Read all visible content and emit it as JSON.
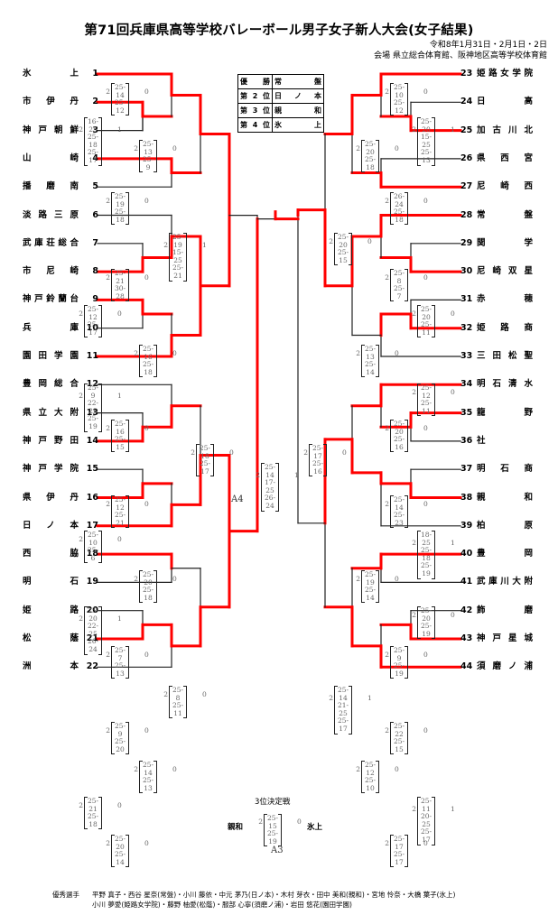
{
  "header": {
    "title": "第71回兵庫県高等学校バレーボール男子女子新人大会(女子結果)",
    "date": "令和8年1月31日・2月1日・2日",
    "venue": "会場  県立総合体育館、阪神地区高等学校体育館"
  },
  "standings": [
    {
      "rank": "優　勝",
      "team": "常盤"
    },
    {
      "rank": "第2位",
      "team": "日ノ本"
    },
    {
      "rank": "第3位",
      "team": "親和"
    },
    {
      "rank": "第4位",
      "team": "氷上"
    }
  ],
  "left_teams": [
    {
      "no": "1",
      "name": "氷上"
    },
    {
      "no": "2",
      "name": "市伊丹"
    },
    {
      "no": "3",
      "name": "神戸朝鮮"
    },
    {
      "no": "4",
      "name": "山崎"
    },
    {
      "no": "5",
      "name": "播磨南"
    },
    {
      "no": "6",
      "name": "淡路三原"
    },
    {
      "no": "7",
      "name": "武庫荘総合"
    },
    {
      "no": "8",
      "name": "市尼崎"
    },
    {
      "no": "9",
      "name": "神戸鈴蘭台"
    },
    {
      "no": "10",
      "name": "兵庫"
    },
    {
      "no": "11",
      "name": "園田学園"
    },
    {
      "no": "12",
      "name": "豊岡総合"
    },
    {
      "no": "13",
      "name": "県立大附"
    },
    {
      "no": "14",
      "name": "神戸野田"
    },
    {
      "no": "15",
      "name": "神戸学院"
    },
    {
      "no": "16",
      "name": "県伊丹"
    },
    {
      "no": "17",
      "name": "日ノ本"
    },
    {
      "no": "18",
      "name": "西脇"
    },
    {
      "no": "19",
      "name": "明石"
    },
    {
      "no": "20",
      "name": "姫路"
    },
    {
      "no": "21",
      "name": "松蔭"
    },
    {
      "no": "22",
      "name": "洲本"
    }
  ],
  "right_teams": [
    {
      "no": "23",
      "name": "姫路女学院"
    },
    {
      "no": "24",
      "name": "日高"
    },
    {
      "no": "25",
      "name": "加古川北"
    },
    {
      "no": "26",
      "name": "県西宮"
    },
    {
      "no": "27",
      "name": "尼崎西"
    },
    {
      "no": "28",
      "name": "常盤"
    },
    {
      "no": "29",
      "name": "関学"
    },
    {
      "no": "30",
      "name": "尼崎双星"
    },
    {
      "no": "31",
      "name": "赤穂"
    },
    {
      "no": "32",
      "name": "姫路商"
    },
    {
      "no": "33",
      "name": "三田松聖"
    },
    {
      "no": "34",
      "name": "明石清水"
    },
    {
      "no": "35",
      "name": "龍野"
    },
    {
      "no": "36",
      "name": "社"
    },
    {
      "no": "37",
      "name": "明石商"
    },
    {
      "no": "38",
      "name": "親和"
    },
    {
      "no": "39",
      "name": "柏原"
    },
    {
      "no": "40",
      "name": "豊岡"
    },
    {
      "no": "41",
      "name": "武庫川大附"
    },
    {
      "no": "42",
      "name": "飾磨"
    },
    {
      "no": "43",
      "name": "神戸星城"
    },
    {
      "no": "44",
      "name": "須磨ノ浦"
    }
  ],
  "matches": [
    {
      "id": "L-2v3",
      "sets_won": "2",
      "sets": [
        "16-25",
        "25-18",
        "25-17"
      ],
      "sets_lost": "1"
    },
    {
      "id": "L-1v23",
      "sets_won": "2",
      "sets": [
        "25-14",
        "25-12"
      ],
      "sets_lost": "0"
    },
    {
      "id": "L-4v5",
      "sets_won": "2",
      "sets": [
        "25-19",
        "25-18"
      ],
      "sets_lost": "0"
    },
    {
      "id": "L-Q1",
      "sets_won": "2",
      "sets": [
        "25-13",
        "25- 9"
      ],
      "sets_lost": "0"
    },
    {
      "id": "L-S1",
      "sets_won": "2",
      "sets": [
        "25-19",
        "15-25",
        "25-21"
      ],
      "sets_lost": "1"
    },
    {
      "id": "L-6v78",
      "sets_won": "2",
      "sets": [
        "25-21",
        "30-28"
      ],
      "sets_lost": "0"
    },
    {
      "id": "L-7v8",
      "sets_won": "2",
      "sets": [
        "25-12",
        "25-17"
      ],
      "sets_lost": "0"
    },
    {
      "id": "L-Q2",
      "sets_won": "2",
      "sets": [
        "25-16",
        "25-18"
      ],
      "sets_lost": "0"
    },
    {
      "id": "L-9v10",
      "sets_won": "2",
      "sets": [
        "25- 9",
        "22-25",
        "25-19"
      ],
      "sets_lost": "1"
    },
    {
      "id": "L-910v11",
      "sets_won": "2",
      "sets": [
        "25-16",
        "25-15"
      ],
      "sets_lost": "0"
    },
    {
      "id": "L-F1",
      "sets_won": "2",
      "sets": [
        "25-18",
        "25-17"
      ],
      "sets_lost": "0"
    },
    {
      "id": "L-12v1314",
      "sets_won": "2",
      "sets": [
        "25-12",
        "25-21"
      ],
      "sets_lost": "0"
    },
    {
      "id": "L-13v14",
      "sets_won": "2",
      "sets": [
        "25-10",
        "25- 6"
      ],
      "sets_lost": "0"
    },
    {
      "id": "L-Q3",
      "sets_won": "2",
      "sets": [
        "25-20",
        "25-18"
      ],
      "sets_lost": "0"
    },
    {
      "id": "L-15v16",
      "sets_won": "2",
      "sets": [
        "25-20",
        "22-25",
        "26-24"
      ],
      "sets_lost": "1"
    },
    {
      "id": "L-1516v17",
      "sets_won": "2",
      "sets": [
        "25- 7",
        "25-13"
      ],
      "sets_lost": "0"
    },
    {
      "id": "L-S2",
      "sets_won": "2",
      "sets": [
        "25- 8",
        "25-11"
      ],
      "sets_lost": "0"
    },
    {
      "id": "L-18v19",
      "sets_won": "2",
      "sets": [
        "25- 9",
        "25-20"
      ],
      "sets_lost": "0"
    },
    {
      "id": "L-Q4",
      "sets_won": "2",
      "sets": [
        "25-14",
        "25-13"
      ],
      "sets_lost": "0"
    },
    {
      "id": "L-20v21",
      "sets_won": "2",
      "sets": [
        "25-21",
        "25-18"
      ],
      "sets_lost": "0"
    },
    {
      "id": "L-2021v22",
      "sets_won": "2",
      "sets": [
        "25-20",
        "25-14"
      ],
      "sets_lost": "0"
    },
    {
      "id": "R-23v2425",
      "sets_won": "2",
      "sets": [
        "25-10",
        "25-12"
      ],
      "sets_lost": "0"
    },
    {
      "id": "R-24v25",
      "sets_won": "2",
      "sets": [
        "25-20",
        "15-25",
        "25-13"
      ],
      "sets_lost": "1"
    },
    {
      "id": "R-Q1",
      "sets_won": "2",
      "sets": [
        "25-20",
        "25-18"
      ],
      "sets_lost": "0"
    },
    {
      "id": "R-26v27",
      "sets_won": "2",
      "sets": [
        "26-24",
        "25-18"
      ],
      "sets_lost": "0"
    },
    {
      "id": "R-S1",
      "sets_won": "2",
      "sets": [
        "25-20",
        "25-15"
      ],
      "sets_lost": "0"
    },
    {
      "id": "R-28v2930",
      "sets_won": "2",
      "sets": [
        "25- 8",
        "25- 7"
      ],
      "sets_lost": "0"
    },
    {
      "id": "R-29v30",
      "sets_won": "2",
      "sets": [
        "25-20",
        "25-11"
      ],
      "sets_lost": "0"
    },
    {
      "id": "R-Q2",
      "sets_won": "2",
      "sets": [
        "25-13",
        "25-14"
      ],
      "sets_lost": "0"
    },
    {
      "id": "R-31v32",
      "sets_won": "2",
      "sets": [
        "25-12",
        "25-11"
      ],
      "sets_lost": "0"
    },
    {
      "id": "R-3132v33",
      "sets_won": "2",
      "sets": [
        "25-20",
        "25-16"
      ],
      "sets_lost": "0"
    },
    {
      "id": "R-F1",
      "sets_won": "2",
      "sets": [
        "25-17",
        "25-16"
      ],
      "sets_lost": "0"
    },
    {
      "id": "R-34v3536",
      "sets_won": "2",
      "sets": [
        "25-14",
        "25-23"
      ],
      "sets_lost": "0"
    },
    {
      "id": "R-35v36",
      "sets_won": "2",
      "sets": [
        "18-25",
        "25-18",
        "25-19"
      ],
      "sets_lost": "1"
    },
    {
      "id": "R-Q3",
      "sets_won": "2",
      "sets": [
        "25-19",
        "25-14"
      ],
      "sets_lost": "0"
    },
    {
      "id": "R-37v38",
      "sets_won": "2",
      "sets": [
        "25-20",
        "25-19"
      ],
      "sets_lost": "0"
    },
    {
      "id": "R-3738v39",
      "sets_won": "2",
      "sets": [
        "25- 9",
        "25-19"
      ],
      "sets_lost": "0"
    },
    {
      "id": "R-S2",
      "sets_won": "2",
      "sets": [
        "25-14",
        "21-25",
        "25-17"
      ],
      "sets_lost": "1"
    },
    {
      "id": "R-40v41",
      "sets_won": "2",
      "sets": [
        "25-22",
        "25-15"
      ],
      "sets_lost": "0"
    },
    {
      "id": "R-Q4",
      "sets_won": "2",
      "sets": [
        "25-12",
        "25-10"
      ],
      "sets_lost": "0"
    },
    {
      "id": "R-42v43",
      "sets_won": "2",
      "sets": [
        "25-11",
        "20-25",
        "25-17"
      ],
      "sets_lost": "1"
    },
    {
      "id": "R-4243v44",
      "sets_won": "2",
      "sets": [
        "25-17",
        "25-17"
      ],
      "sets_lost": "0"
    },
    {
      "id": "FINAL",
      "sets_won": "2",
      "sets": [
        "25-14",
        "17-25",
        "26-24"
      ],
      "sets_lost": "1"
    }
  ],
  "final_court": "A4",
  "third_place": {
    "title": "3位決定戦",
    "winner": "親和",
    "loser": "氷上",
    "sets_won": "2",
    "sets": [
      "25-15",
      "25-19"
    ],
    "sets_lost": "0",
    "court": "A3"
  },
  "footer": {
    "label": "優秀選手",
    "line1": "平野 真子・西谷 星奈(常盤)・小川 藤依・中元 茅乃(日ノ本)・木村 芽衣・田中 美和(親和)・宮地 怜奈・大橋 葉子(氷上)",
    "line2": "小川 夢愛(姫路女学院)・藤野 柚愛(松蔭)・服部 心寧(須磨ノ浦)・岩田 悠花(園田学園)"
  },
  "colors": {
    "winner_line": "#ff0000",
    "line": "#222222"
  }
}
